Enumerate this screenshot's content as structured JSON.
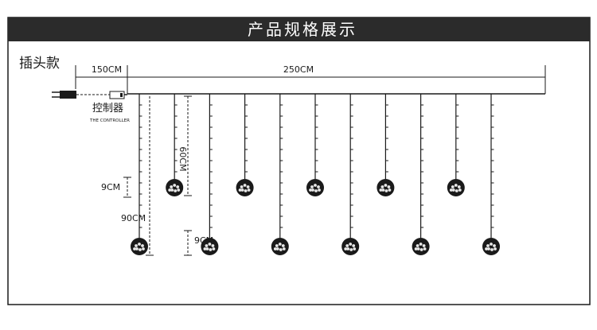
{
  "header": {
    "title": "产品规格展示",
    "background": "#2b2b2b",
    "text_color": "#ffffff"
  },
  "diagram": {
    "variant_label": "插头款",
    "dim_top_left": "150CM",
    "dim_top_main": "250CM",
    "controller_label": "控制器",
    "controller_sublabel": "THE CONTROLLER",
    "dim_drop_short": "60CM",
    "dim_ball_a": "9CM",
    "dim_drop_long": "90CM",
    "dim_ball_b": "9CM",
    "colors": {
      "line": "#1a1a1a",
      "ball": "#1a1a1a",
      "led": "#e8e8e8",
      "frame": "#1a1a1a"
    },
    "strands": [
      {
        "length": "long"
      },
      {
        "length": "short"
      },
      {
        "length": "long"
      },
      {
        "length": "short"
      },
      {
        "length": "long"
      },
      {
        "length": "short"
      },
      {
        "length": "long"
      },
      {
        "length": "short"
      },
      {
        "length": "long"
      },
      {
        "length": "short"
      },
      {
        "length": "long"
      }
    ]
  }
}
